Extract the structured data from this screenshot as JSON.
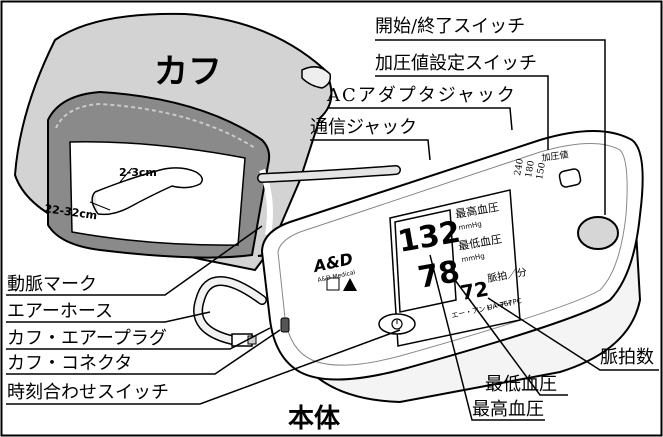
{
  "diagram": {
    "callouts": {
      "start_stop_switch": "開始/終了スイッチ",
      "pressure_setting_switch": "加圧値設定スイッチ",
      "ac_adapter_jack": "ACアダプタジャック",
      "comm_jack": "通信ジャック",
      "artery_mark": "動脈マーク",
      "air_hose": "エアーホース",
      "cuff_air_plug": "カフ・エアープラグ",
      "cuff_connector": "カフ・コネクタ",
      "clock_switch": "時刻合わせスイッチ",
      "pulse_rate": "脈拍数",
      "min_bp": "最低血圧",
      "max_bp": "最高血圧"
    },
    "big_labels": {
      "cuff": "カフ",
      "main_unit": "本体"
    },
    "device": {
      "brand": "A&D",
      "brand_sub": "A&D Medical",
      "model": "UA-767PC",
      "model_prefix": "エー・アンド・デイ",
      "panel_systolic": "最高血圧",
      "panel_diastolic": "最低血圧",
      "panel_unit": "mmHg",
      "panel_pulse": "脈拍／分",
      "pressure_label": "加圧値",
      "pressure_values": [
        "240",
        "180",
        "150"
      ],
      "display_systolic": "132",
      "display_diastolic": "78",
      "display_pulse": "72"
    },
    "cuff_markings": {
      "size_small": "2-3cm",
      "size_range": "22-32cm"
    }
  }
}
